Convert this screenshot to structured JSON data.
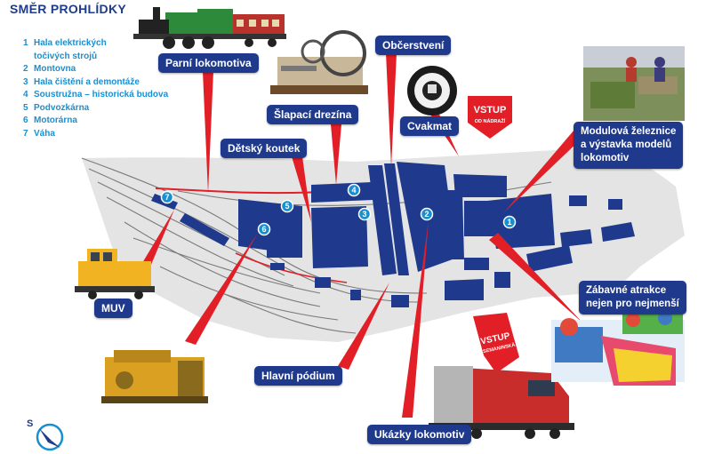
{
  "legend": {
    "title": "SMĚR PROHLÍDKY",
    "items": [
      {
        "num": "1",
        "text": "Hala elektrických"
      },
      {
        "num": "",
        "text": "točivých strojů"
      },
      {
        "num": "2",
        "text": "Montovna"
      },
      {
        "num": "3",
        "text": "Hala čištění a demontáže"
      },
      {
        "num": "4",
        "text": "Soustružna – historická budova"
      },
      {
        "num": "5",
        "text": "Podvozkárna"
      },
      {
        "num": "6",
        "text": "Motorárna"
      },
      {
        "num": "7",
        "text": "Váha"
      }
    ]
  },
  "labels": {
    "parni": "Parní lokomotiva",
    "slapaci": "Šlapací drezína",
    "detsky": "Dětský koutek",
    "obcerstveni": "Občerstvení",
    "cvakmat": "Cvakmat",
    "modulova": "Modulová železnice\na výstavka modelů\nlokomotiv",
    "zabavne": "Zábavné atrakce\nnejen pro nejmenší",
    "muv": "MUV",
    "hlavni": "Hlavní pódium",
    "ukazky": "Ukázky lokomotiv"
  },
  "entrances": {
    "north": {
      "main": "VSTUP",
      "sub": "OD NÁDRAŽÍ"
    },
    "south": {
      "main": "VSTUP",
      "sub": "SEMANINSKÁ"
    }
  },
  "markers": [
    "1",
    "2",
    "3",
    "4",
    "5",
    "6",
    "7"
  ],
  "compass": {
    "letter": "S"
  },
  "colors": {
    "building": "#1f3a8c",
    "label_bg": "#1f3a8c",
    "pointer": "#e21e26",
    "marker": "#1a8fd0",
    "legend_text": "#1a8fd0",
    "ground": "#e6e6e6",
    "rail": "#7a7a7a"
  }
}
